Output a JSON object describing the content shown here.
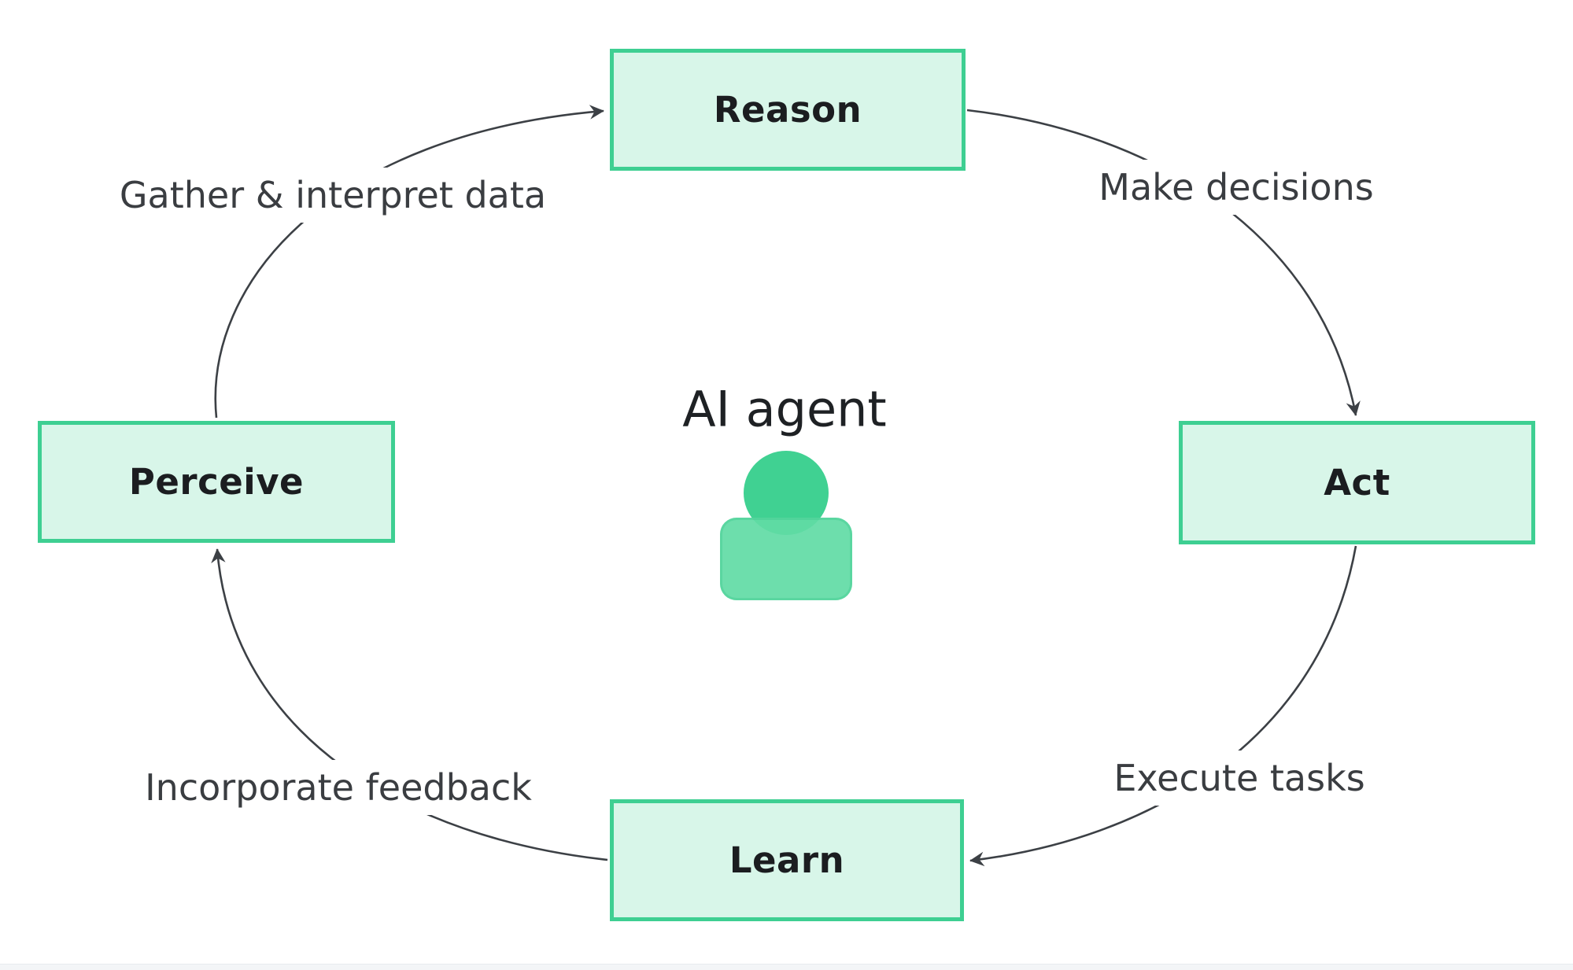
{
  "diagram": {
    "center_label": "AI agent",
    "center_icon": "person-icon",
    "nodes": [
      {
        "id": "reason",
        "label": "Reason"
      },
      {
        "id": "act",
        "label": "Act"
      },
      {
        "id": "learn",
        "label": "Learn"
      },
      {
        "id": "perceive",
        "label": "Perceive"
      }
    ],
    "edges": [
      {
        "from": "perceive",
        "to": "reason",
        "label": "Gather & interpret data"
      },
      {
        "from": "reason",
        "to": "act",
        "label": "Make decisions"
      },
      {
        "from": "act",
        "to": "learn",
        "label": "Execute tasks"
      },
      {
        "from": "learn",
        "to": "perceive",
        "label": "Incorporate feedback"
      }
    ],
    "colors": {
      "background": "#ffffff",
      "node_fill": "#d8f6e9",
      "node_border": "#3ecf92",
      "node_text": "#1b1d20",
      "edge_line": "#3c4045",
      "edge_label_text": "#3a3d41",
      "icon_head": "#40d192",
      "icon_body": "#61dba5",
      "footer_bar": "#f3f5f7"
    }
  }
}
